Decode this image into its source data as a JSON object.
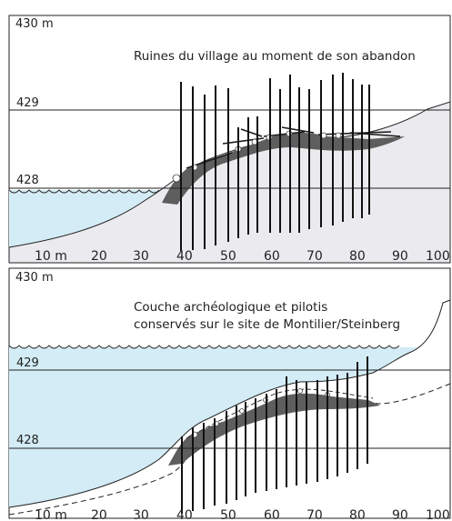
{
  "panels": [
    {
      "elev_top": "430 m",
      "elev_mid": "429",
      "elev_low": "428",
      "caption": [
        "Ruines du village au moment de son abandon"
      ],
      "ticks": [
        "10 m",
        "20",
        "30",
        "40",
        "50",
        "60",
        "70",
        "80",
        "90",
        "100"
      ]
    },
    {
      "elev_top": "430 m",
      "elev_mid": "429",
      "elev_low": "428",
      "caption": [
        "Couche archéologique et pilotis",
        "conservés sur le site de Montilier/Steinberg"
      ],
      "ticks": [
        "10 m",
        "20",
        "30",
        "40",
        "50",
        "60",
        "70",
        "80",
        "90",
        "100"
      ]
    }
  ],
  "colors": {
    "water": "#d3ecf5",
    "ground": "#ebebef",
    "layer": "#5e5e5e",
    "line": "#1a1a1a"
  }
}
